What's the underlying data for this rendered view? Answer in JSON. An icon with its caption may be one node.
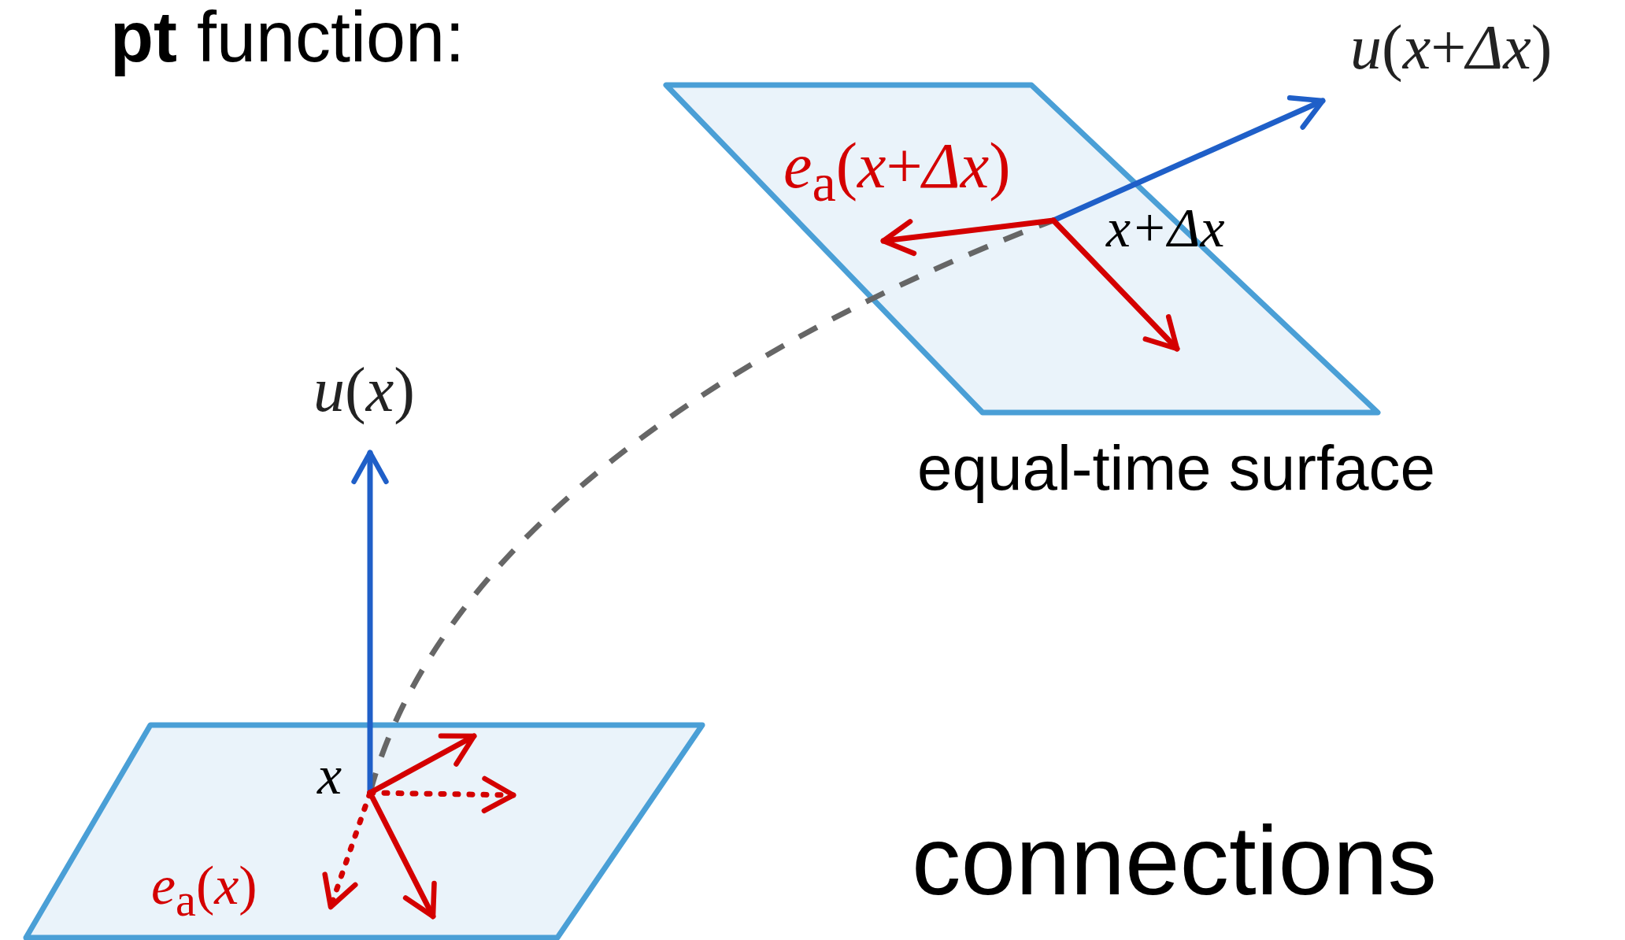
{
  "diagram": {
    "nodes": [
      {
        "text": [],
        "shape": "parallelogram"
      },
      {
        "text": [],
        "shape": "parallelogram",
        "beside": [
          "equal-time surface"
        ]
      },
      {
        "text": [
          "x"
        ],
        "in": 0
      },
      {
        "text": [
          "x+Δx"
        ],
        "in": 1
      }
    ],
    "edges": [
      {
        "from": 2,
        "to": 3,
        "arrow": "none",
        "style": "dashed",
        "color": "#666666"
      },
      {
        "from": 2,
        "to": null,
        "arrow": "to",
        "label": "*u*(*x*)",
        "color": "#1f5fc8"
      },
      {
        "from": 3,
        "to": null,
        "arrow": "to",
        "label": "*u*(*x*+*Δx*)",
        "color": "#1f5fc8"
      },
      {
        "from": 3,
        "to": null,
        "arrow": "to",
        "color": "#d40000"
      },
      {
        "from": 3,
        "to": null,
        "arrow": "to",
        "color": "#d40000"
      },
      {
        "from": 2,
        "to": null,
        "arrow": "to",
        "color": "#d40000"
      },
      {
        "from": 2,
        "to": null,
        "arrow": "to",
        "color": "#d40000"
      },
      {
        "from": 2,
        "to": null,
        "arrow": "to",
        "style": "dashed",
        "color": "#d40000"
      },
      {
        "from": 2,
        "to": null,
        "arrow": "to",
        "style": "dashed",
        "color": "#d40000"
      }
    ],
    "labels": [
      "**pt** function:",
      "*e*$_{a}$(*x*+*Δx*)",
      "*e*$_{a}$(*x*)",
      "connections"
    ]
  }
}
